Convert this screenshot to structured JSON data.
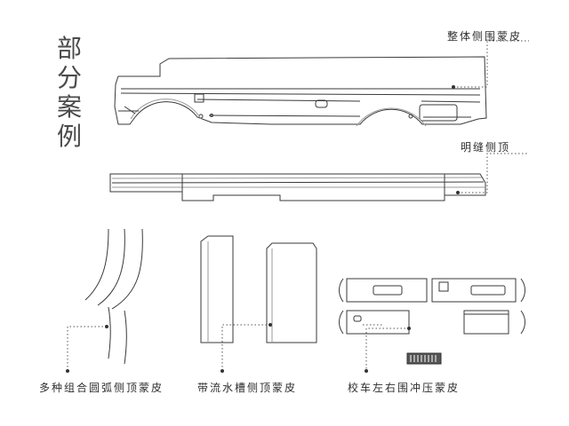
{
  "page": {
    "title_chars": [
      "部",
      "分",
      "案",
      "例"
    ]
  },
  "callouts": {
    "overall_side_skin": "整体侧围蒙皮",
    "exposed_seam_side_roof": "明缝侧顶",
    "multi_arc_roof_skin": "多种组合圆弧侧顶蒙皮",
    "gutter_side_roof_skin": "带流水槽侧顶蒙皮",
    "school_bus_stamped_skin": "校车左右围冲压蒙皮"
  },
  "colors": {
    "line": "#3a3a3a",
    "light_line": "#9a9a9a",
    "dot": "#333333",
    "text": "#2f2f2f"
  }
}
